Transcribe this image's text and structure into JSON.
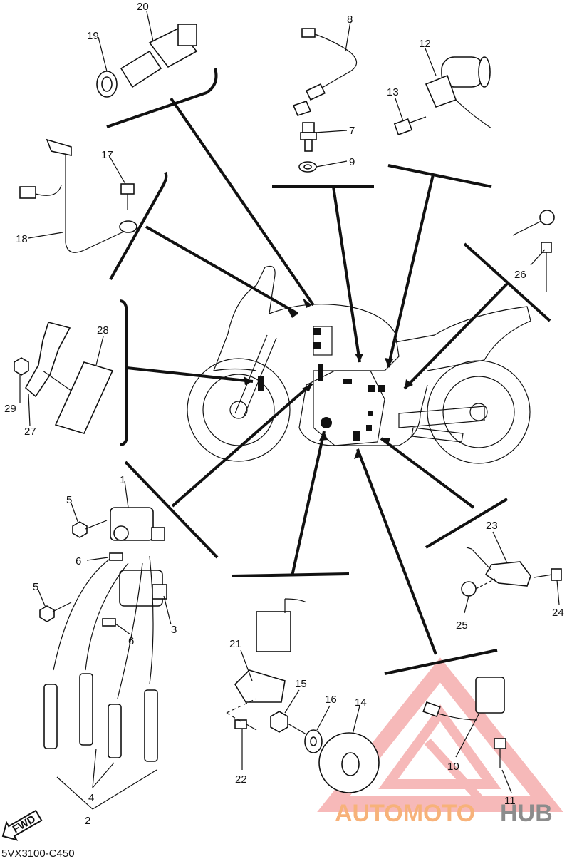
{
  "parts": [
    {
      "id": "1",
      "label": "1"
    },
    {
      "id": "2",
      "label": "2"
    },
    {
      "id": "3",
      "label": "3"
    },
    {
      "id": "4",
      "label": "4"
    },
    {
      "id": "5a",
      "label": "5"
    },
    {
      "id": "5b",
      "label": "5"
    },
    {
      "id": "6a",
      "label": "6"
    },
    {
      "id": "6b",
      "label": "6"
    },
    {
      "id": "7",
      "label": "7"
    },
    {
      "id": "8",
      "label": "8"
    },
    {
      "id": "9",
      "label": "9"
    },
    {
      "id": "10",
      "label": "10"
    },
    {
      "id": "11",
      "label": "11"
    },
    {
      "id": "12",
      "label": "12"
    },
    {
      "id": "13",
      "label": "13"
    },
    {
      "id": "14",
      "label": "14"
    },
    {
      "id": "15",
      "label": "15"
    },
    {
      "id": "16",
      "label": "16"
    },
    {
      "id": "17",
      "label": "17"
    },
    {
      "id": "18",
      "label": "18"
    },
    {
      "id": "19",
      "label": "19"
    },
    {
      "id": "20",
      "label": "20"
    },
    {
      "id": "21",
      "label": "21"
    },
    {
      "id": "22",
      "label": "22"
    },
    {
      "id": "23",
      "label": "23"
    },
    {
      "id": "24",
      "label": "24"
    },
    {
      "id": "25",
      "label": "25"
    },
    {
      "id": "26",
      "label": "26"
    },
    {
      "id": "27",
      "label": "27"
    },
    {
      "id": "28",
      "label": "28"
    },
    {
      "id": "29",
      "label": "29"
    }
  ],
  "fwd_label": "FWD",
  "diagram_code": "5VX3100-C450",
  "watermark": {
    "part1": "AUTOMOTO",
    "part2": "HUB"
  }
}
